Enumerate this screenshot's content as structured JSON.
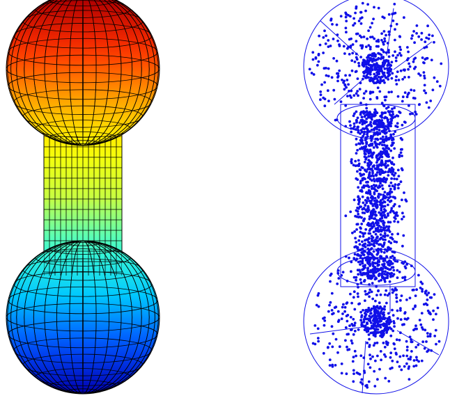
{
  "colors": {
    "background": "#ffffff",
    "mesh_line": "#000000",
    "points": "#1010e8",
    "outline": "#1010e8",
    "colormap": [
      "#0000b0",
      "#0050ff",
      "#00c8ff",
      "#40ffd0",
      "#c8ff40",
      "#ffff00",
      "#ffa000",
      "#ff3000",
      "#b00000"
    ]
  },
  "figures": [
    {
      "name": "dumbbell-surface-mesh",
      "style": "colored-mesh"
    },
    {
      "name": "dumbbell-point-cloud",
      "style": "scattered-points"
    }
  ]
}
